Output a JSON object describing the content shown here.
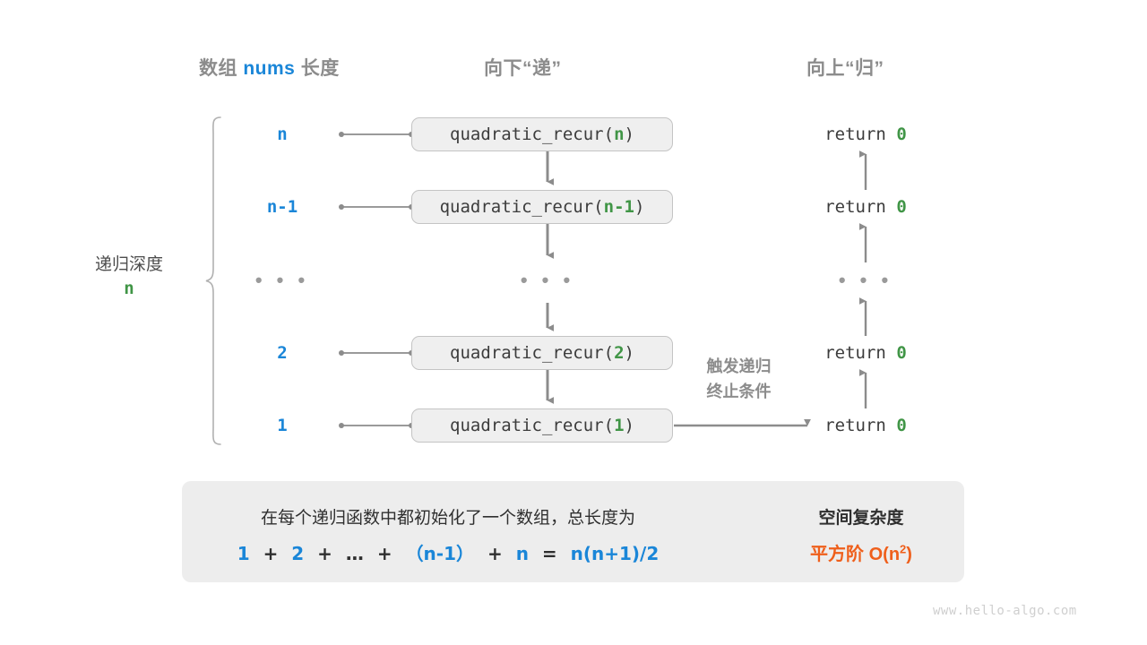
{
  "columns": {
    "left_header_prefix": "数组 ",
    "left_header_var": "nums",
    "left_header_suffix": " 长度",
    "middle_header": "向下“递”",
    "right_header": "向上“归”"
  },
  "depth": {
    "label": "递归深度",
    "value": "n"
  },
  "rows": [
    {
      "size": "n",
      "call_prefix": "quadratic_recur(",
      "call_arg": "n",
      "call_suffix": ")",
      "ret_prefix": "return ",
      "ret_value": "0"
    },
    {
      "size": "n-1",
      "call_prefix": "quadratic_recur(",
      "call_arg": "n-1",
      "call_suffix": ")",
      "ret_prefix": "return ",
      "ret_value": "0"
    },
    {
      "size": "...",
      "call_prefix": "",
      "call_arg": "",
      "call_suffix": "",
      "ret_prefix": "",
      "ret_value": ""
    },
    {
      "size": "2",
      "call_prefix": "quadratic_recur(",
      "call_arg": "2",
      "call_suffix": ")",
      "ret_prefix": "return ",
      "ret_value": "0"
    },
    {
      "size": "1",
      "call_prefix": "quadratic_recur(",
      "call_arg": "1",
      "call_suffix": ")",
      "ret_prefix": "return ",
      "ret_value": "0"
    }
  ],
  "ellipsis": "• • •",
  "trigger_note": {
    "line1": "触发递归",
    "line2": "终止条件"
  },
  "summary": {
    "text": "在每个递归函数中都初始化了一个数组，总长度为",
    "formula_parts": [
      {
        "t": "1",
        "k": "num"
      },
      {
        "t": "+",
        "k": "op"
      },
      {
        "t": "2",
        "k": "num"
      },
      {
        "t": "+",
        "k": "op"
      },
      {
        "t": "…",
        "k": "op"
      },
      {
        "t": "+",
        "k": "op"
      },
      {
        "t": "（n-1）",
        "k": "num"
      },
      {
        "t": "+",
        "k": "op"
      },
      {
        "t": "n",
        "k": "num"
      },
      {
        "t": "=",
        "k": "op"
      },
      {
        "t": "n(n+1)/2",
        "k": "num"
      }
    ],
    "complexity_title": "空间复杂度",
    "complexity_value_text": "平方阶 O(n",
    "complexity_value_sup": "2",
    "complexity_value_tail": ")"
  },
  "footer": {
    "watermark": "www.hello-algo.com"
  },
  "colors": {
    "blue": "#1a86d8",
    "green": "#409546",
    "orange": "#ef5f1b",
    "gray_line": "#8c8c8c",
    "box_fill": "#efefef",
    "panel_fill": "#ededed"
  }
}
